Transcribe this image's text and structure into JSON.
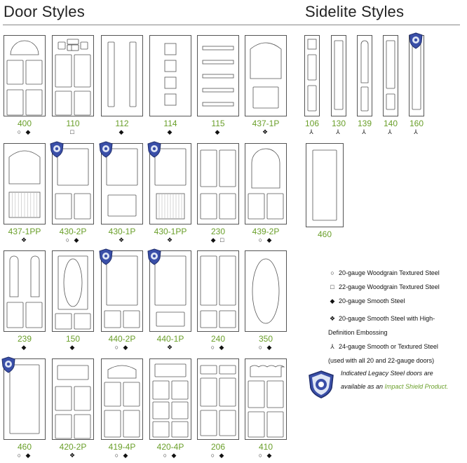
{
  "headings": {
    "doors": "Door Styles",
    "sidelites": "Sidelite Styles"
  },
  "colors": {
    "label": "#6a9f2a",
    "line": "#555555",
    "shield": "#3a4fa8"
  },
  "symbols": {
    "ring": "○",
    "square": "□",
    "diamond": "◆",
    "hd": "❖",
    "y": "⅄"
  },
  "doors": [
    {
      "label": "400",
      "symbols": "○ ◆",
      "panel": "six-arch",
      "shield": false
    },
    {
      "label": "110",
      "symbols": "□",
      "panel": "nine-lite",
      "shield": false
    },
    {
      "label": "112",
      "symbols": "◆",
      "panel": "two-tall",
      "shield": false
    },
    {
      "label": "114",
      "symbols": "◆",
      "panel": "four-squares",
      "shield": false
    },
    {
      "label": "115",
      "symbols": "◆",
      "panel": "five-slots",
      "shield": false
    },
    {
      "label": "437-1P",
      "symbols": "❖",
      "panel": "arch-one",
      "shield": false
    },
    {
      "label": "437-1PP",
      "symbols": "❖",
      "panel": "arch-planks",
      "shield": false
    },
    {
      "label": "430-2P",
      "symbols": "○ ◆",
      "panel": "rect-two",
      "shield": true
    },
    {
      "label": "430-1P",
      "symbols": "❖",
      "panel": "rect-one",
      "shield": true
    },
    {
      "label": "430-1PP",
      "symbols": "❖",
      "panel": "rect-planks",
      "shield": true
    },
    {
      "label": "230",
      "symbols": "◆ □",
      "panel": "four-panel",
      "shield": false
    },
    {
      "label": "439-2P",
      "symbols": "○ ◆",
      "panel": "arch-two",
      "shield": false
    },
    {
      "label": "239",
      "symbols": "◆",
      "panel": "arch-tall-two",
      "shield": false
    },
    {
      "label": "150",
      "symbols": "◆",
      "panel": "oval-panel",
      "shield": false
    },
    {
      "label": "440-2P",
      "symbols": "○ ◆",
      "panel": "tall-two",
      "shield": true
    },
    {
      "label": "440-1P",
      "symbols": "❖",
      "panel": "tall-one",
      "shield": true
    },
    {
      "label": "240",
      "symbols": "○ ◆",
      "panel": "tall-four",
      "shield": false
    },
    {
      "label": "350",
      "symbols": "○ ◆",
      "panel": "big-oval",
      "shield": false
    },
    {
      "label": "460",
      "symbols": "○ ◆",
      "panel": "full-lite",
      "shield": true
    },
    {
      "label": "420-2P",
      "symbols": "❖",
      "panel": "lite-top-four",
      "shield": false
    },
    {
      "label": "419-4P",
      "symbols": "○ ◆",
      "panel": "arch-lite-four",
      "shield": false
    },
    {
      "label": "420-4P",
      "symbols": "○ ◆",
      "panel": "lite-top-six",
      "shield": false
    },
    {
      "label": "206",
      "symbols": "○ ◆",
      "panel": "six-panel",
      "shield": false
    },
    {
      "label": "410",
      "symbols": "○ ◆",
      "panel": "scallop-lite",
      "shield": false
    }
  ],
  "sidelites": [
    {
      "label": "106",
      "symbols": "⅄",
      "panel": "side-lite-top",
      "shield": false
    },
    {
      "label": "130",
      "symbols": "⅄",
      "panel": "side-tall",
      "shield": false
    },
    {
      "label": "139",
      "symbols": "⅄",
      "panel": "side-arch",
      "shield": false
    },
    {
      "label": "140",
      "symbols": "⅄",
      "panel": "side-tall-bottom",
      "shield": false
    },
    {
      "label": "160",
      "symbols": "⅄",
      "panel": "side-full",
      "shield": true
    },
    {
      "label": "460",
      "symbols": "",
      "panel": "side-wide-lite",
      "shield": false
    }
  ],
  "legend": [
    {
      "sym": "○",
      "text": "20-gauge Woodgrain Textured Steel",
      "cont": ""
    },
    {
      "sym": "□",
      "text": "22-gauge Woodgrain Textured Steel",
      "cont": ""
    },
    {
      "sym": "◆",
      "text": "20-gauge Smooth Steel",
      "cont": ""
    },
    {
      "sym": "❖",
      "text": "20-gauge Smooth Steel with High-",
      "cont": "Definition Embossing"
    },
    {
      "sym": "⅄",
      "text": "24-gauge Smooth or Textured Steel",
      "cont": "(used with all 20 and 22-gauge doors)"
    }
  ],
  "note": {
    "line1": "Indicated Legacy Steel doors are",
    "line2_pre": "available as an ",
    "line2_hl": "Impact Shield Product.",
    "line2_post": ""
  }
}
